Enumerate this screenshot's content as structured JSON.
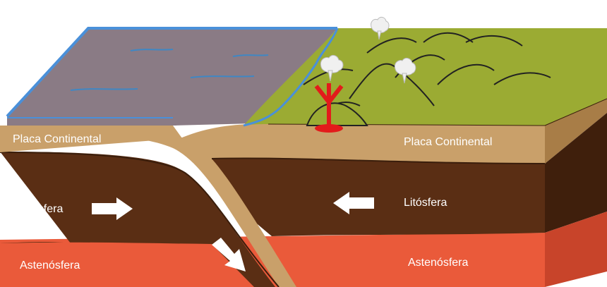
{
  "labels": {
    "placa_left": "Placa Continental",
    "placa_right": "Placa Continental",
    "lito_left": "Litósfera",
    "lito_right": "Litósfera",
    "asteno_left": "Astenósfera",
    "asteno_right": "Astenósfera"
  },
  "colors": {
    "ocean": "#8a7b85",
    "ocean_edge": "#4a90d9",
    "land": "#9bab33",
    "crust": "#c9a06a",
    "lithosphere": "#5a2e14",
    "asthenosphere": "#ea5a3a",
    "magma": "#e31b1b"
  }
}
